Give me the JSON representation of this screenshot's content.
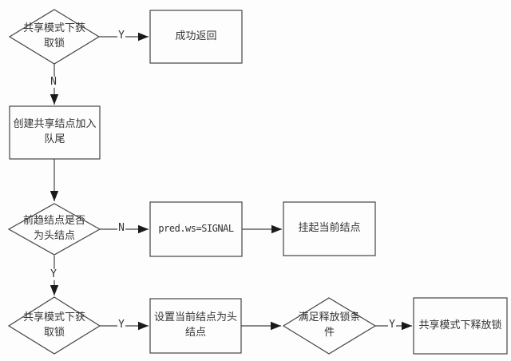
{
  "diagram": {
    "type": "flowchart",
    "colors": {
      "background": "#fdfdfd",
      "line": "#444444",
      "arrow": "#1a1a1a",
      "text": "#333333"
    },
    "nodes": [
      {
        "id": "acquire-shared-1",
        "shape": "diamond",
        "label": "共享模式下获\n取锁"
      },
      {
        "id": "return-success",
        "shape": "rect",
        "label": "成功返回"
      },
      {
        "id": "create-shared-node",
        "shape": "rect",
        "label": "创建共享结点加入\n队尾"
      },
      {
        "id": "pred-is-head",
        "shape": "diamond",
        "label": "前趋结点是否\n为头结点"
      },
      {
        "id": "set-pred-signal",
        "shape": "rect",
        "label": "pred.ws=SIGNAL"
      },
      {
        "id": "park-current-node",
        "shape": "rect",
        "label": "挂起当前结点"
      },
      {
        "id": "acquire-shared-2",
        "shape": "diamond",
        "label": "共享模式下获\n取锁"
      },
      {
        "id": "set-head-node",
        "shape": "rect",
        "label": "设置当前结点为头\n结点"
      },
      {
        "id": "release-condition",
        "shape": "diamond",
        "label": "满足释放锁条\n件"
      },
      {
        "id": "release-shared",
        "shape": "rect",
        "label": "共享模式下释放锁"
      }
    ],
    "edge_labels": [
      "Y",
      "N",
      "N",
      "Y",
      "Y",
      "Y"
    ]
  }
}
